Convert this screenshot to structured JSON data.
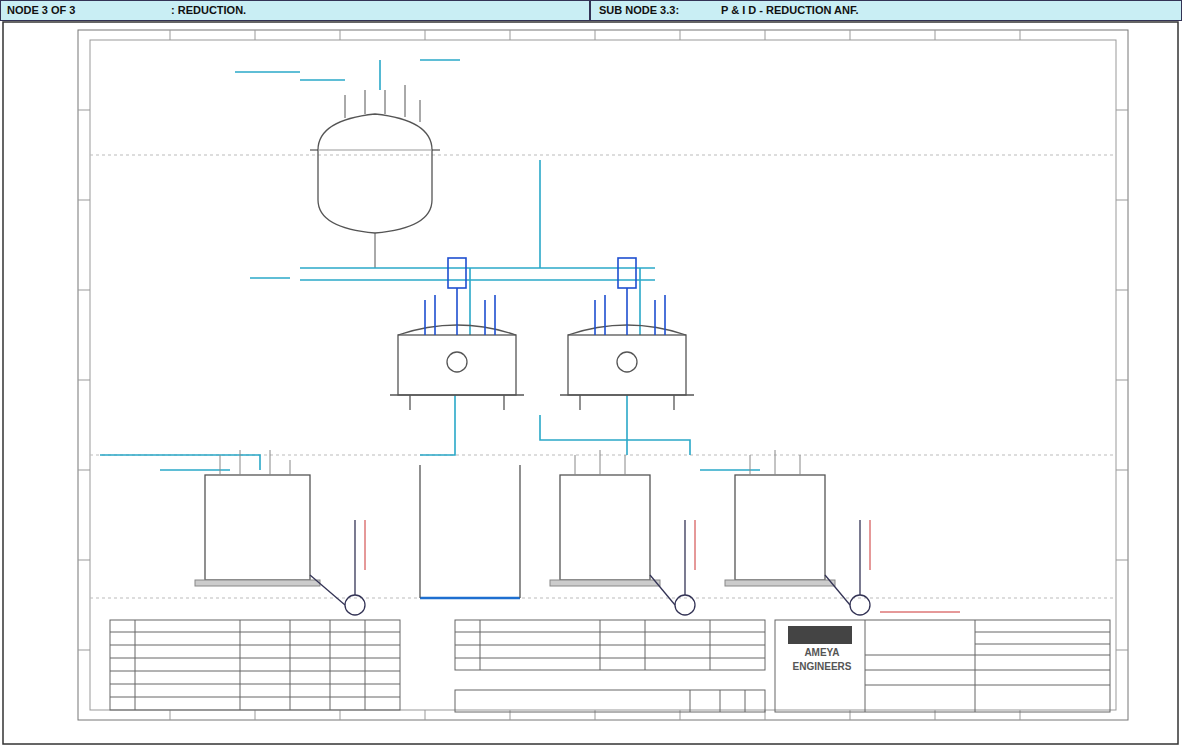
{
  "diagram": {
    "nodes": [
      {
        "text": [
          "NODE 3 OF 3",
          ": REDUCTION."
        ]
      },
      {
        "text": [
          "SUB NODE 3.3:",
          "P & I D - REDUCTION ANF."
        ]
      },
      {
        "text": [
          "AMEYA ENGINEERS"
        ]
      }
    ]
  }
}
